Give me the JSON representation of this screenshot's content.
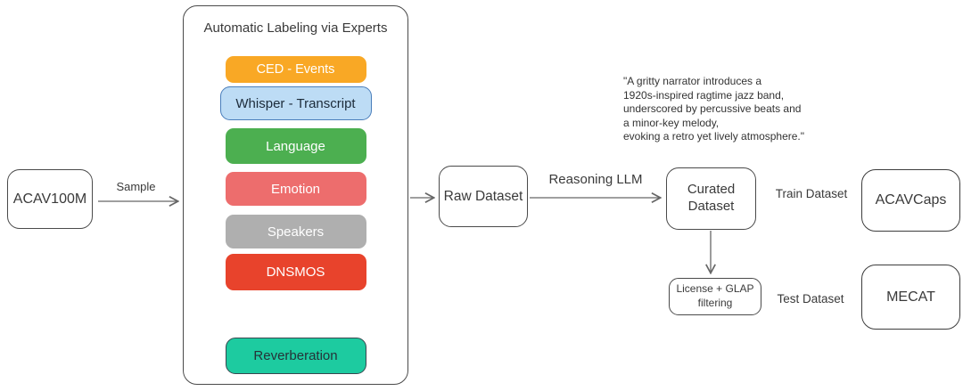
{
  "nodes": {
    "acav100m": "ACAV100M",
    "raw_dataset": "Raw Dataset",
    "curated_dataset": "Curated\nDataset",
    "license_filtering": "License + GLAP\nfiltering",
    "acavcaps": "ACAVCaps",
    "mecat": "MECAT"
  },
  "labels": {
    "sample": "Sample",
    "reasoning_llm": "Reasoning LLM",
    "train_dataset": "Train Dataset",
    "test_dataset": "Test Dataset"
  },
  "experts_panel": {
    "title": "Automatic Labeling via Experts",
    "experts": [
      {
        "label": "CED - Events",
        "bg": "#F9A825",
        "color": "#FFFFFF",
        "border": ""
      },
      {
        "label": "Whisper - Transcript",
        "bg": "#BDDCF5",
        "color": "#1C2B3A",
        "border": "1.5px solid #4A7EBB"
      },
      {
        "label": "Language",
        "bg": "#4CAF50",
        "color": "#FFFFFF",
        "border": ""
      },
      {
        "label": "Emotion",
        "bg": "#ED6D6D",
        "color": "#FFFFFF",
        "border": ""
      },
      {
        "label": "Speakers",
        "bg": "#AFAFAF",
        "color": "#FFFFFF",
        "border": ""
      },
      {
        "label": "DNSMOS",
        "bg": "#E8432C",
        "color": "#FFFFFF",
        "border": ""
      },
      {
        "label": "Reverberation",
        "bg": "#1DCBA0",
        "color": "#263238",
        "border": "1.5px solid #37474F"
      }
    ]
  },
  "quote": "\"A gritty narrator introduces a\n1920s-inspired ragtime jazz band,\nunderscored by percussive beats and\na minor-key melody,\nevoking a retro yet lively atmosphere.\"",
  "colors": {
    "arrow": "#666666",
    "dashed_connector": "#222222",
    "outline": "#4a4a4a"
  }
}
